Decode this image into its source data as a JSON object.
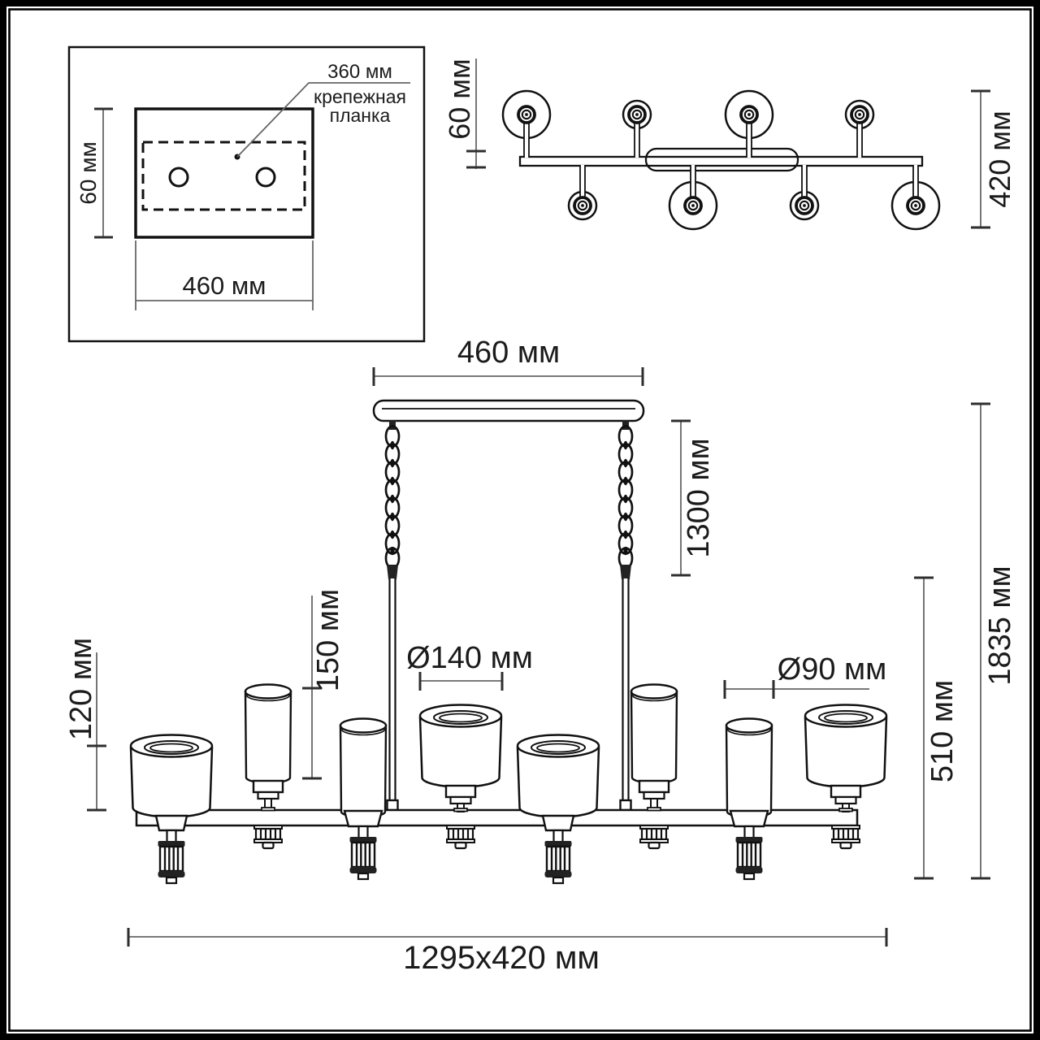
{
  "diagram": {
    "mount_plate_panel": {
      "leader_label": "360 мм",
      "plate_label_line1": "крепежная",
      "plate_label_line2": "планка",
      "height_dim": "60 мм",
      "width_dim": "460 мм"
    },
    "top_view": {
      "stem_height_dim": "60 мм",
      "width_dim": "420 мм"
    },
    "front_view": {
      "canopy_width_dim": "460 мм",
      "suspension_length_dim": "1300 мм",
      "small_shade_height_dim": "150 мм",
      "large_shade_height_dim": "120 мм",
      "large_shade_diameter_dim": "Ø140 мм",
      "small_shade_diameter_dim": "Ø90 мм",
      "fixture_height_dim": "510 мм",
      "total_height_dim": "1835 мм",
      "overall_size_dim": "1295x420 мм"
    },
    "shade_count": 8,
    "colors": {
      "line": "#111111",
      "dimension_line": "#666666",
      "text": "#1b1b1b",
      "background": "#ffffff"
    }
  }
}
